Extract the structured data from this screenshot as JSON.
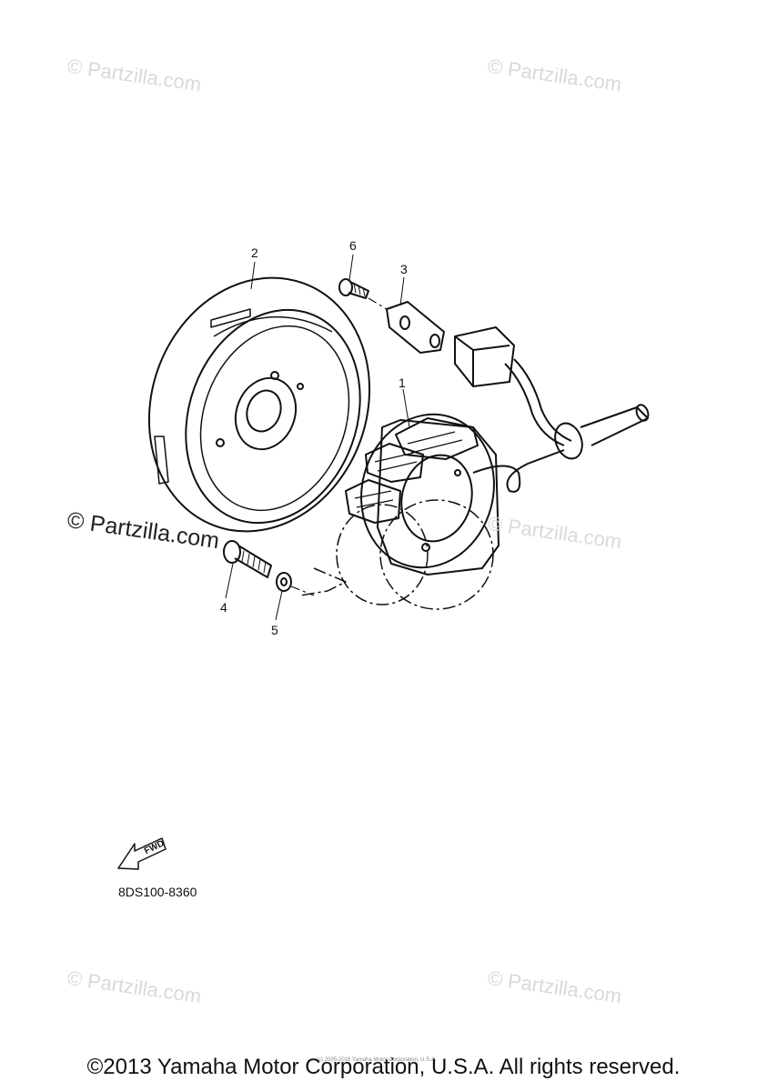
{
  "watermarks": {
    "faint": "© Partzilla.com",
    "dark": "© Partzilla.com"
  },
  "callouts": {
    "c1": "1",
    "c2": "2",
    "c3": "3",
    "c4": "4",
    "c5": "5",
    "c6": "6"
  },
  "direction_label": "FWD",
  "diagram_code": "8DS100-8360",
  "tiny_copyright": "(c) 2005-2016 Yamaha Motor Corporation, U.S.A.",
  "copyright": "©2013 Yamaha Motor Corporation, U.S.A. All rights reserved.",
  "colors": {
    "line": "#111111",
    "watermark": "#d9d9d9"
  }
}
